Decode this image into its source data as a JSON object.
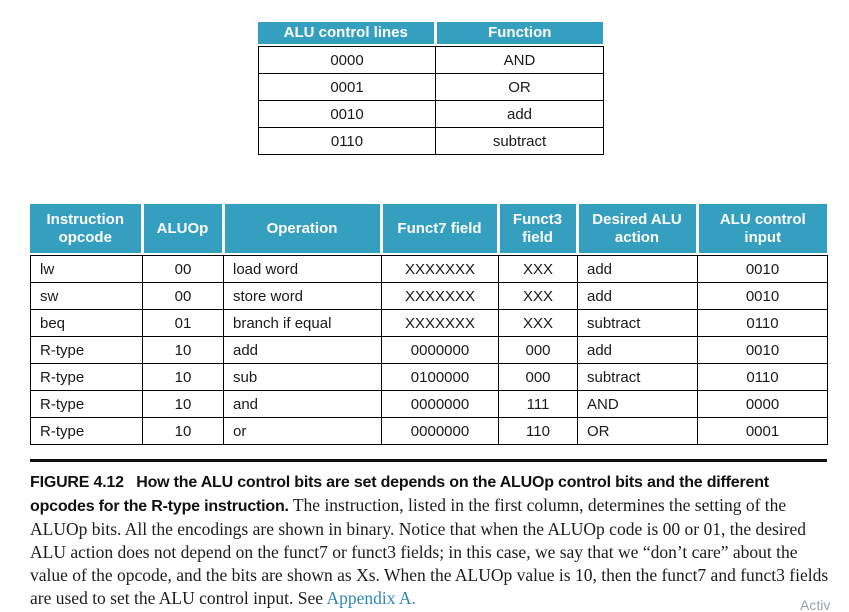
{
  "colors": {
    "header_teal": "#359fc0",
    "link_blue": "#2e86b8",
    "watermark_gray": "#9ba1a6",
    "rule_black": "#111111"
  },
  "alu_function_table": {
    "headers": [
      "ALU control lines",
      "Function"
    ],
    "rows": [
      [
        "0000",
        "AND"
      ],
      [
        "0001",
        "OR"
      ],
      [
        "0010",
        "add"
      ],
      [
        "0110",
        "subtract"
      ]
    ]
  },
  "alu_control_table": {
    "headers": [
      "Instruction opcode",
      "ALUOp",
      "Operation",
      "Funct7 field",
      "Funct3 field",
      "Desired ALU action",
      "ALU control input"
    ],
    "rows": [
      [
        "lw",
        "00",
        "load word",
        "XXXXXXX",
        "XXX",
        "add",
        "0010"
      ],
      [
        "sw",
        "00",
        "store word",
        "XXXXXXX",
        "XXX",
        "add",
        "0010"
      ],
      [
        "beq",
        "01",
        "branch if equal",
        "XXXXXXX",
        "XXX",
        "subtract",
        "0110"
      ],
      [
        "R-type",
        "10",
        "add",
        "0000000",
        "000",
        "add",
        "0010"
      ],
      [
        "R-type",
        "10",
        "sub",
        "0100000",
        "000",
        "subtract",
        "0110"
      ],
      [
        "R-type",
        "10",
        "and",
        "0000000",
        "111",
        "AND",
        "0000"
      ],
      [
        "R-type",
        "10",
        "or",
        "0000000",
        "110",
        "OR",
        "0001"
      ]
    ]
  },
  "caption": {
    "label": "FIGURE 4.12",
    "bold_text": "How the ALU control bits are set depends on the ALUOp control bits and the different opcodes for the R-type instruction.",
    "body_text": "The instruction, listed in the first column, determines the setting of the ALUOp bits. All the encodings are shown in binary. Notice that when the ALUOp code is 00 or 01, the desired ALU action does not depend on the funct7 or funct3 fields; in this case, we say that we “don’t care” about the value of the opcode, and the bits are shown as Xs. When the ALUOp value is 10, then the funct7 and funct3 fields are used to set the ALU control input. See",
    "link_text": "Appendix A."
  },
  "watermark_fragment": "Activ"
}
